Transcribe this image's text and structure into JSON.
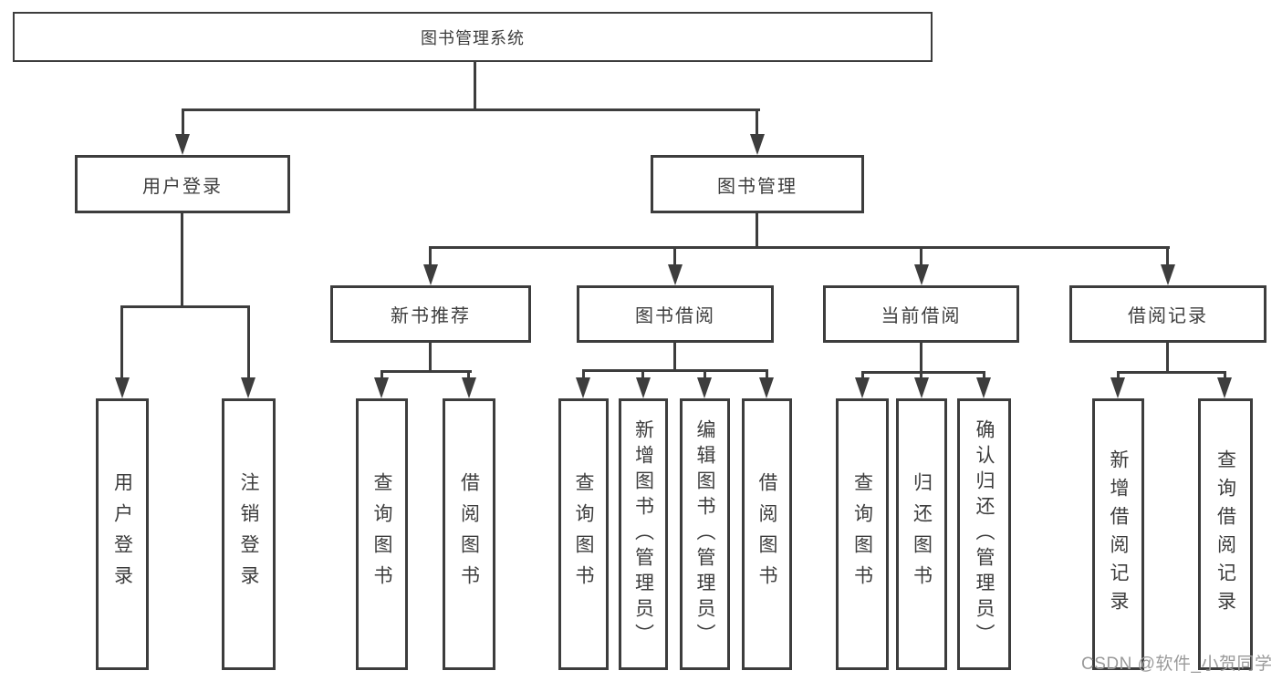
{
  "tree": {
    "label": "图书管理系统",
    "children": [
      {
        "label": "用户登录",
        "children": [
          {
            "label": "用户登录"
          },
          {
            "label": "注销登录"
          }
        ]
      },
      {
        "label": "图书管理",
        "children": [
          {
            "label": "新书推荐",
            "children": [
              {
                "label": "查询图书"
              },
              {
                "label": "借阅图书"
              }
            ]
          },
          {
            "label": "图书借阅",
            "children": [
              {
                "label": "查询图书"
              },
              {
                "label": "新增图书（管理员）"
              },
              {
                "label": "编辑图书（管理员）"
              },
              {
                "label": "借阅图书"
              }
            ]
          },
          {
            "label": "当前借阅",
            "children": [
              {
                "label": "查询图书"
              },
              {
                "label": "归还图书"
              },
              {
                "label": "确认归还（管理员）"
              }
            ]
          },
          {
            "label": "借阅记录",
            "children": [
              {
                "label": "新增借阅记录"
              },
              {
                "label": "查询借阅记录"
              }
            ]
          }
        ]
      }
    ]
  },
  "watermark": {
    "text": "CSDN @软件_小贺同学"
  },
  "colors": {
    "line": "#3d3d3d",
    "text": "#3d3d3d",
    "background": "#ffffff",
    "watermark": "#9a9a9a"
  }
}
